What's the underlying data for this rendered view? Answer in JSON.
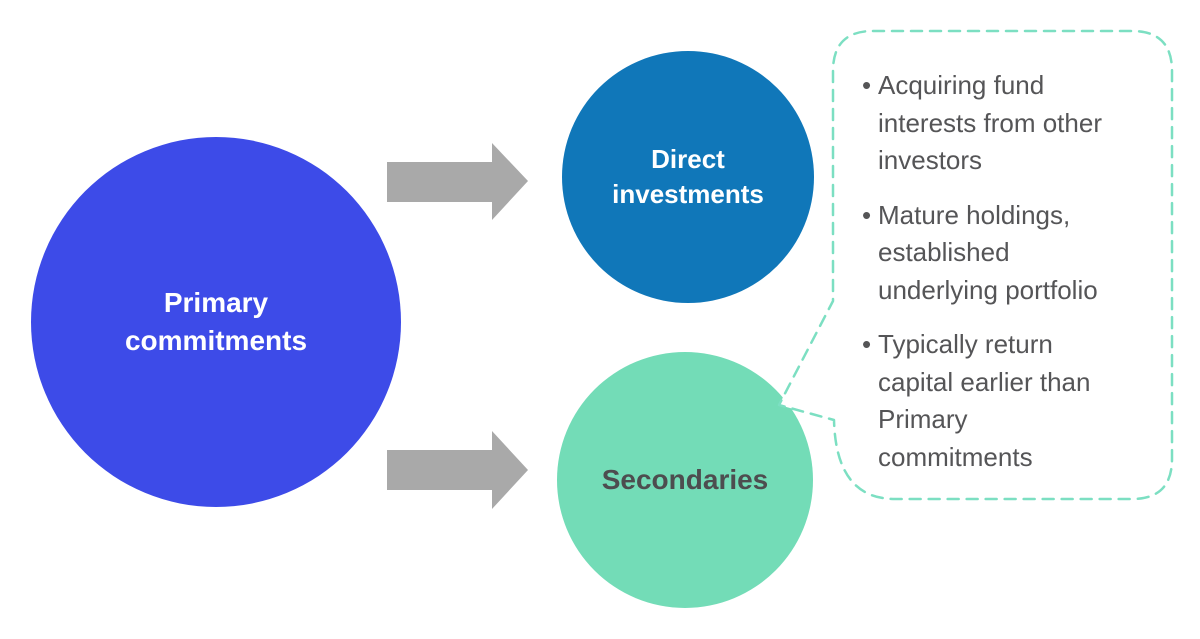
{
  "circles": {
    "primary": {
      "label": "Primary commitments"
    },
    "direct": {
      "label": "Direct investments"
    },
    "secondaries": {
      "label": "Secondaries"
    }
  },
  "callout": {
    "bullets": [
      {
        "text": "Acquiring fund interests from other investors",
        "lines": [
          "Acquiring fund",
          "interests from other",
          "investors"
        ]
      },
      {
        "text": "Mature holdings, established underlying portfolio",
        "lines": [
          "Mature holdings,",
          "established",
          "underlying portfolio"
        ]
      },
      {
        "text": "Typically return capital earlier than Primary commitments",
        "lines": [
          "Typically return",
          "capital earlier than",
          "Primary",
          "commitments"
        ]
      }
    ]
  },
  "colors": {
    "primary_blue": "#3D4BE8",
    "direct_blue": "#1077B9",
    "secondaries_mint": "#73DCB7",
    "arrow_gray": "#A9A9A9",
    "callout_border": "#7CDFC2",
    "bullet_text": "#555557",
    "secondaries_text": "#4D4D4F",
    "circle_label_text": "#FFFFFF"
  }
}
